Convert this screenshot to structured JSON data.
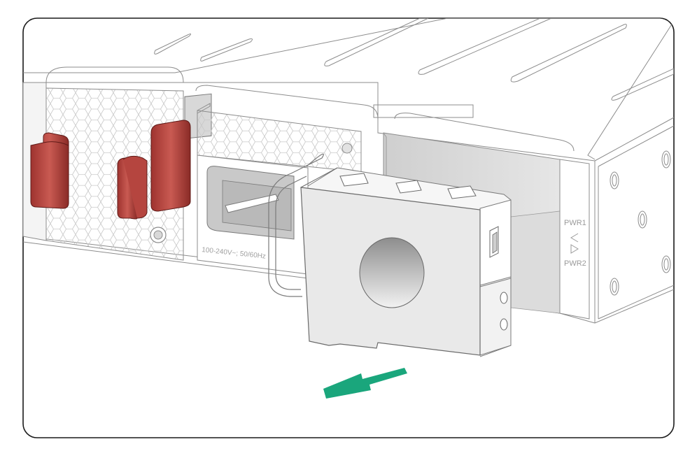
{
  "labels": {
    "pwr1": "PWR1",
    "pwr2": "PWR2",
    "spec": "100-240V~; 50/60Hz"
  },
  "colors": {
    "frame": "#1a1a1a",
    "chassis_line": "#8c8c8c",
    "latch_red": "#b8443f",
    "latch_red_dark": "#8a2b27",
    "arrow_green": "#1aa67c",
    "cover_fill": "#e9e9e9"
  },
  "icons": {
    "direction_arrow": "arrow-icon",
    "led_up": "triangle-left-icon",
    "led_down": "triangle-right-icon"
  }
}
